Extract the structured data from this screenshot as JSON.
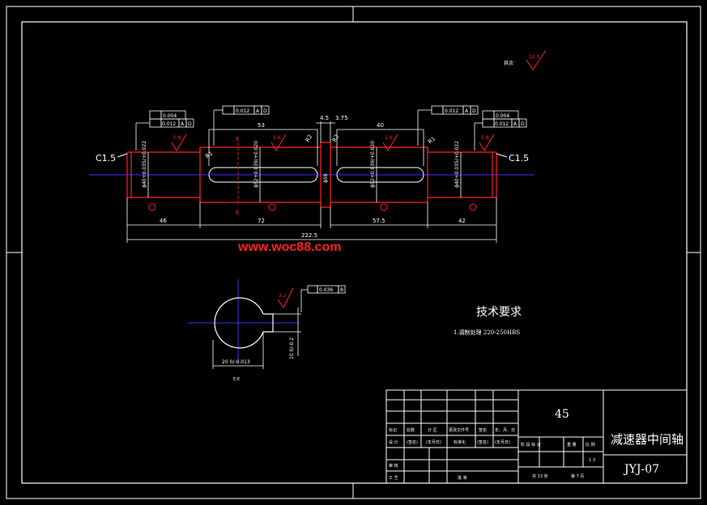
{
  "watermark": "www.woc88.com",
  "roughness_note": {
    "label": "其余",
    "value": "12.5"
  },
  "tech_req": {
    "title": "技术要求",
    "item": "1.调制处理 220-250HBS"
  },
  "chamfer": {
    "left": "C1.5",
    "right": "C1.5"
  },
  "shaft": {
    "dim_overall": "222.5",
    "dim_seg_left": "46",
    "dim_seg_mid_left": "72",
    "dim_seg_mid_right": "57.5",
    "dim_seg_right": "42",
    "dim_key_left": "53",
    "dim_key_right": "40",
    "dim_groove_a": "4.5",
    "dim_groove_b": "3.75",
    "dim_shoulder": "ϕ58",
    "fillet_left": "R1",
    "fillet_right": "R1",
    "fillet_c1": "R2",
    "fillet_c2": "R2",
    "d_left": "ϕ40+0.035/+0.022",
    "d_key_left": "ϕ52+0.039/+0.020",
    "d_key_right": "ϕ52+0.039/+0.020",
    "d_right": "ϕ40+0.035/+0.022",
    "rough_1": "0.8",
    "rough_2": "1.6",
    "rough_3": "1.6",
    "rough_4": "0.8",
    "section_e": "E",
    "datum_a": "A",
    "datum_d": "D"
  },
  "tolerances": {
    "fcf_left_1": "0.004",
    "fcf_left_2": "0.012",
    "fcf_mid_left": "0.012",
    "fcf_right_mid": "0.012",
    "fcf_right_1": "0.004",
    "fcf_right_2": "0.012",
    "fcf_section": "0.036",
    "datum_b": "B"
  },
  "section": {
    "width": "20 0/-0.013",
    "depth": "10 0/-0.2",
    "rough": "3.2",
    "label": "E-E"
  },
  "title_block": {
    "material": "45",
    "title": "减速器中间轴",
    "code": "JYJ-07",
    "scale": "1:3",
    "sheet_total": "共 13 张",
    "sheet_no": "第 7 页",
    "row_labels": [
      "标记",
      "处数",
      "分 区",
      "更改文件号",
      "签名",
      "年、月、日"
    ],
    "row2_labels": [
      "设 计",
      "(签名)",
      "(年月日)",
      "标准化",
      "(签名)",
      "(年月日)"
    ],
    "review": "审 核",
    "process": "工 艺",
    "approve": "批 准",
    "stage_labels": [
      "阶 段 标 记",
      "重 量",
      "比 例"
    ]
  }
}
